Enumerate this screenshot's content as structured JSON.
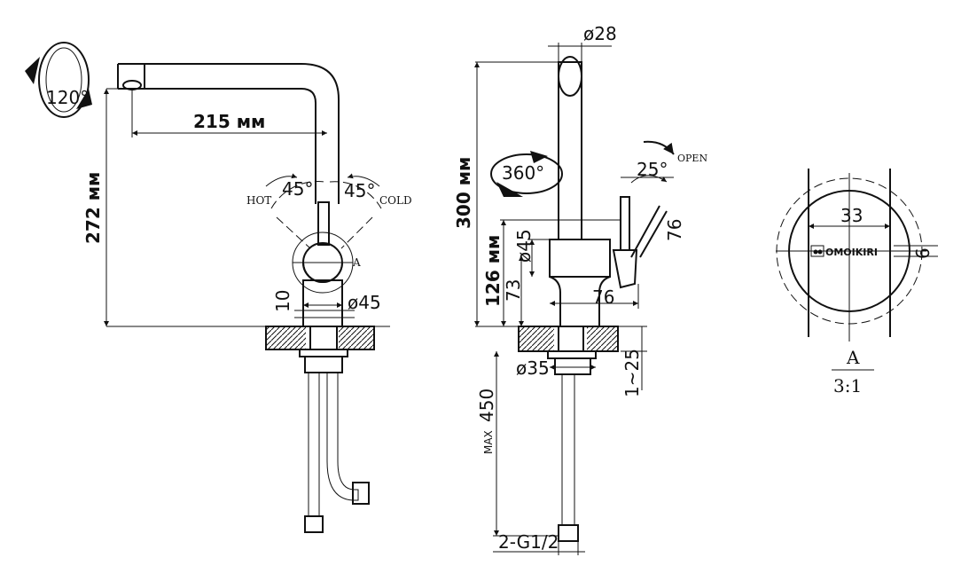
{
  "front_view": {
    "rotation_label": "120°",
    "spout_reach": "215 мм",
    "height": "272 мм",
    "hot_label": "HOT",
    "cold_label": "COLD",
    "hot_angle": "45°",
    "cold_angle": "45°",
    "detail_mark": "A",
    "base_thickness": "10",
    "base_diameter": "ø45"
  },
  "side_view": {
    "spout_diameter": "ø28",
    "total_height": "300 мм",
    "rotation_label": "360°",
    "open_label": "OPEN",
    "lever_angle": "25°",
    "lever_length": "76",
    "body_height": "126 мм",
    "body_diameter": "ø45",
    "lever_height": "73",
    "body_depth": "76",
    "mount_diameter": "ø35",
    "counter_thickness": "1~25",
    "hose_max": "MAX",
    "hose_length": "450",
    "connection": "2-G1/2"
  },
  "detail": {
    "width": "33",
    "logo_height": "6",
    "brand": "OMOIKIRI",
    "label": "A",
    "scale": "3:1"
  }
}
